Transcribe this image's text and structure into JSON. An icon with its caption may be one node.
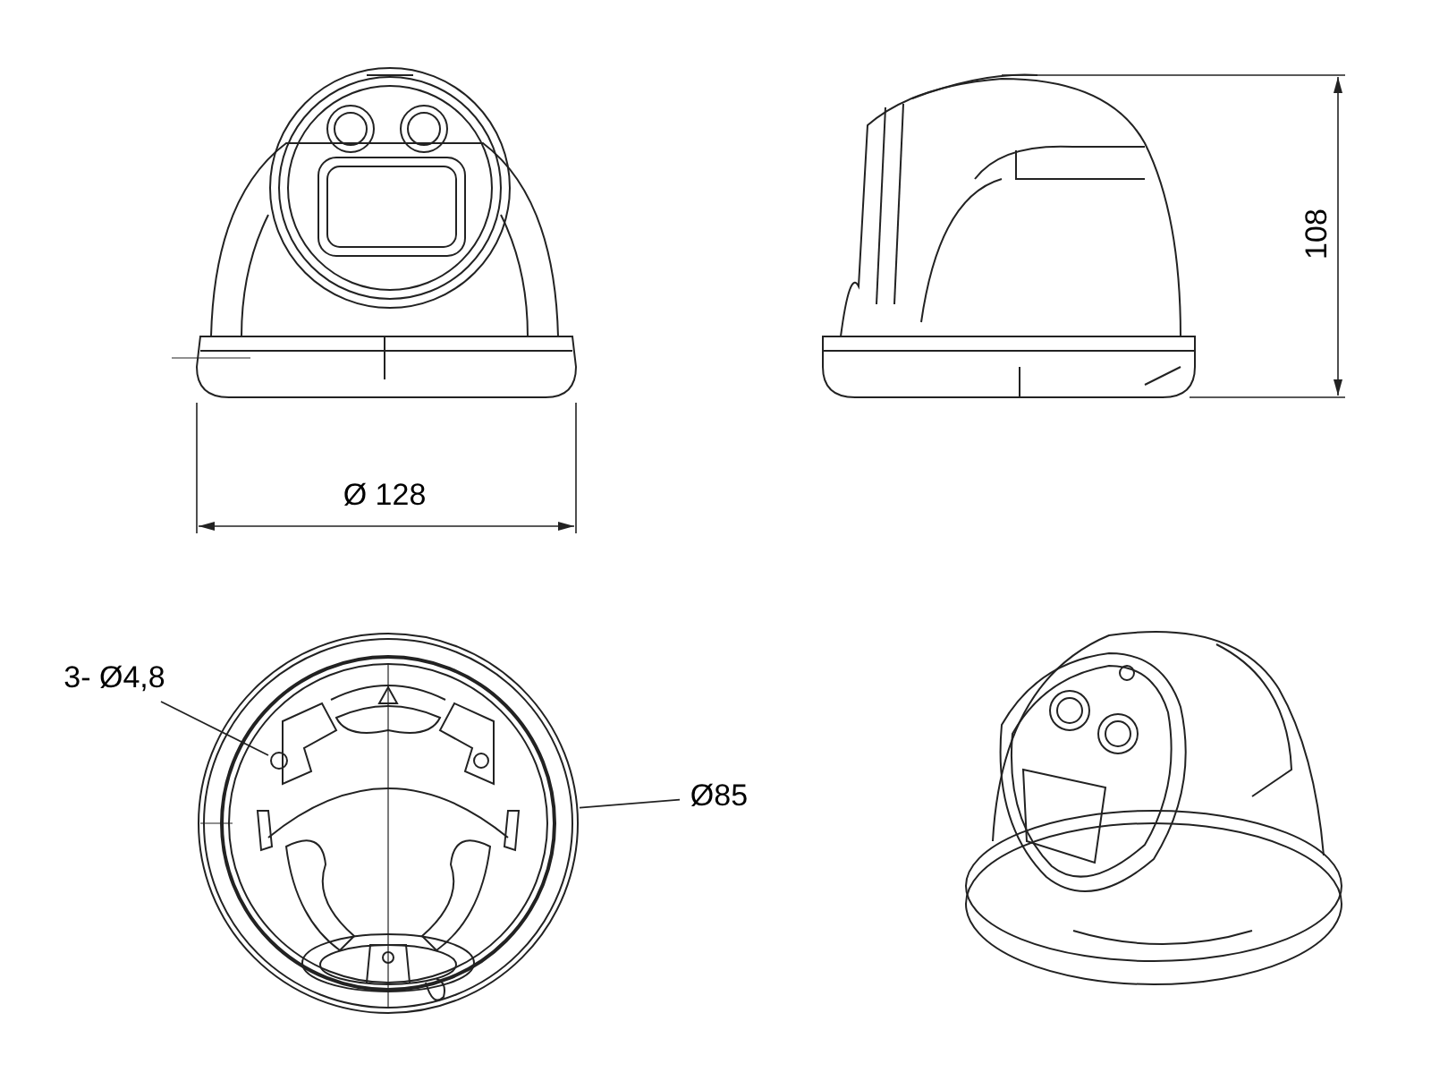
{
  "diagram": {
    "nodes": [
      {
        "text": [],
        "shape": "picture"
      },
      {
        "text": [],
        "shape": "circle",
        "in": 0
      },
      {
        "text": [
          "3- Ø4,8"
        ]
      },
      {
        "text": [
          "Ø85"
        ]
      }
    ],
    "edges": [
      {
        "from": 2,
        "to": 1,
        "arrow": "none"
      },
      {
        "from": 3,
        "to": 0,
        "arrow": "none"
      }
    ],
    "labels": [
      "Ø 128",
      "108"
    ]
  }
}
